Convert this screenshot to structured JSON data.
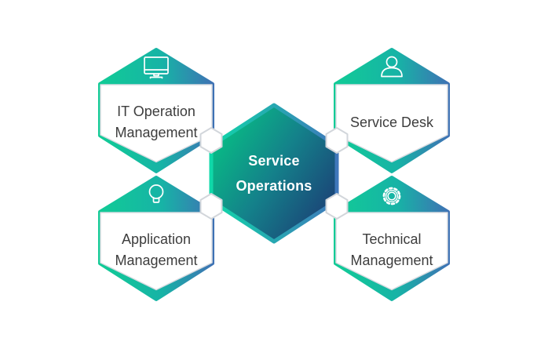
{
  "center": {
    "label": "Service\nOperations"
  },
  "nodes": [
    {
      "id": "it-operation-management",
      "label": "IT Operation\nManagement",
      "icon": "monitor-icon",
      "position": "top-left"
    },
    {
      "id": "service-desk",
      "label": "Service Desk",
      "icon": "user-icon",
      "position": "top-right"
    },
    {
      "id": "application-management",
      "label": "Application\nManagement",
      "icon": "lightbulb-icon",
      "position": "bottom-left"
    },
    {
      "id": "technical-management",
      "label": "Technical\nManagement",
      "icon": "gear-icon",
      "position": "bottom-right"
    }
  ],
  "colors": {
    "band_gradient_start": "#11cb96",
    "band_gradient_mid": "#17b3a6",
    "band_gradient_end": "#3e72b4",
    "center_fill_start": "#06c584",
    "center_fill_mid": "#14808a",
    "center_fill_end": "#1c3a74",
    "center_border_start": "#0fd8a8",
    "center_border_end": "#3f77bb",
    "text_dark": "#3d3d3d",
    "text_light": "#ffffff"
  }
}
